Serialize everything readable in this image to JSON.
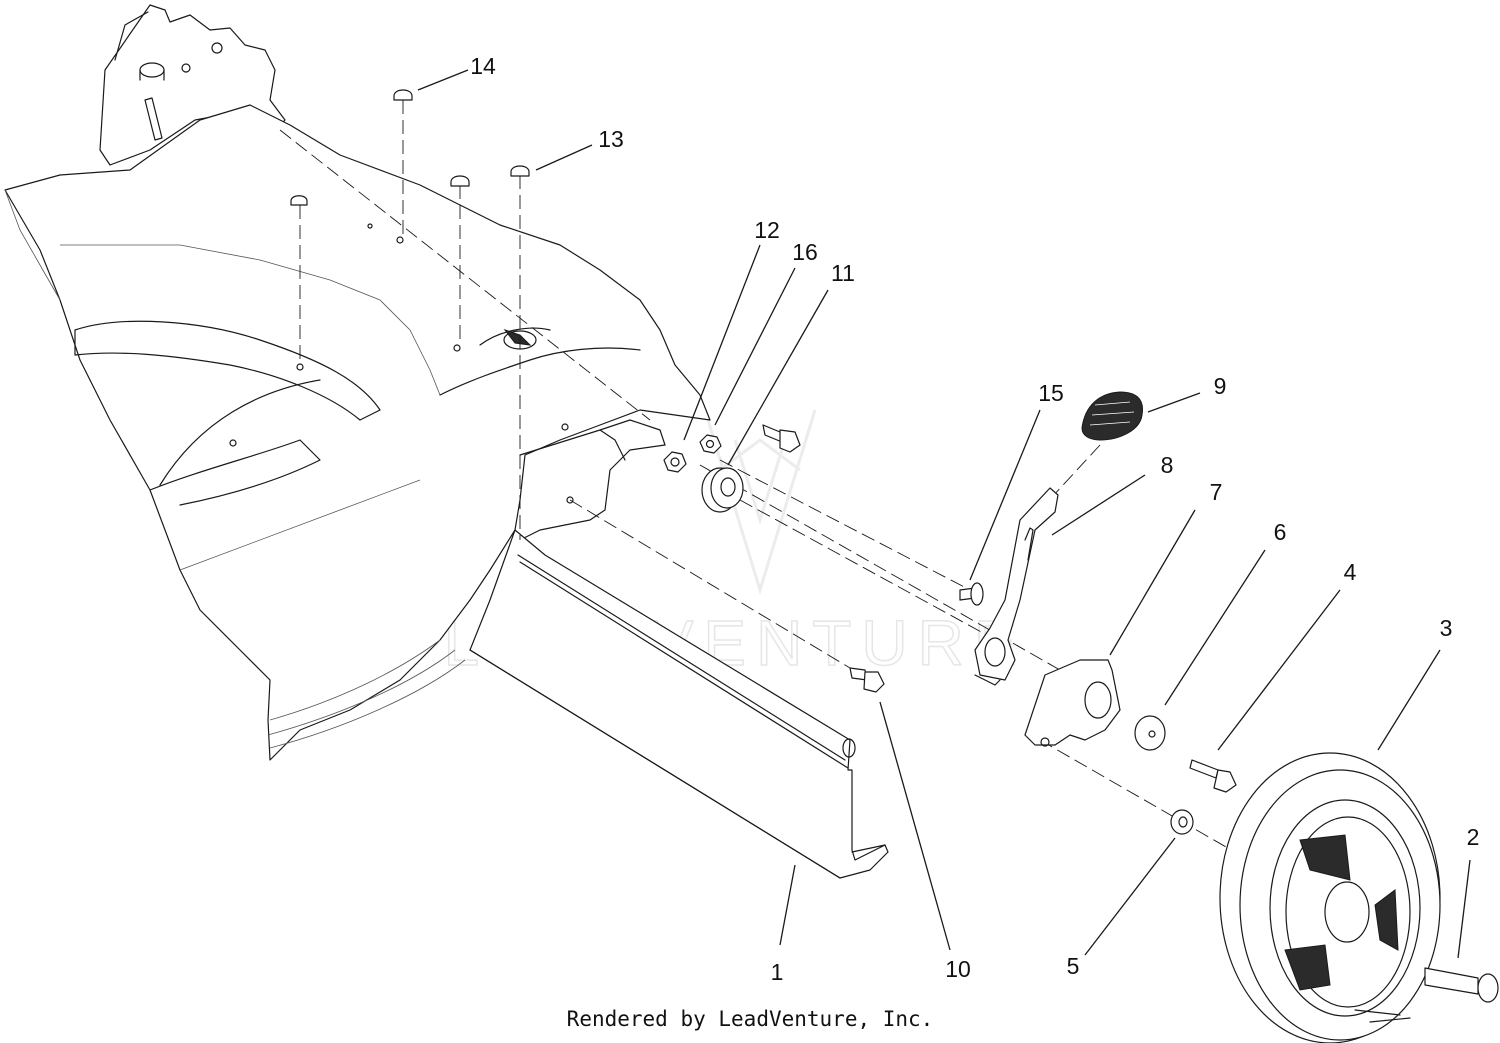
{
  "diagram": {
    "watermark": "LEADVENTURE",
    "footer": "Rendered by LeadVenture, Inc.",
    "callouts": [
      {
        "id": "1",
        "label": "1"
      },
      {
        "id": "2",
        "label": "2"
      },
      {
        "id": "3",
        "label": "3"
      },
      {
        "id": "4",
        "label": "4"
      },
      {
        "id": "5",
        "label": "5"
      },
      {
        "id": "6",
        "label": "6"
      },
      {
        "id": "7",
        "label": "7"
      },
      {
        "id": "8",
        "label": "8"
      },
      {
        "id": "9",
        "label": "9"
      },
      {
        "id": "10",
        "label": "10"
      },
      {
        "id": "11",
        "label": "11"
      },
      {
        "id": "12",
        "label": "12"
      },
      {
        "id": "13",
        "label": "13"
      },
      {
        "id": "14",
        "label": "14"
      },
      {
        "id": "15",
        "label": "15"
      },
      {
        "id": "16",
        "label": "16"
      }
    ]
  }
}
